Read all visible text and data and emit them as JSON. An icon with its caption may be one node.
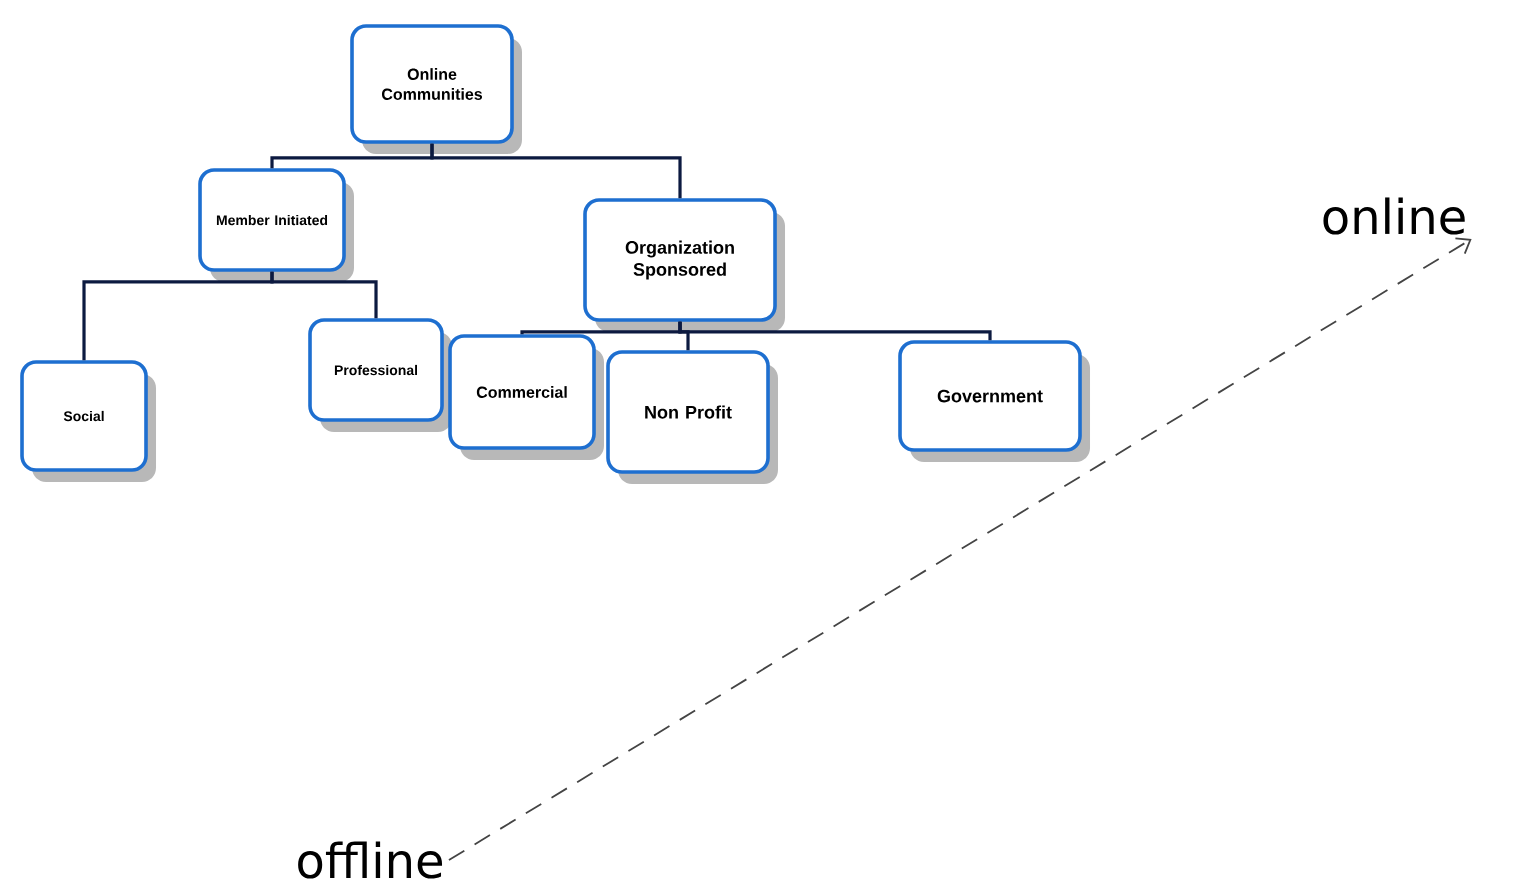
{
  "diagram": {
    "nodes": [
      {
        "text": [
          "Online Communities"
        ]
      },
      {
        "text": [
          "Member Initiated"
        ]
      },
      {
        "text": [
          "Organization Sponsored"
        ]
      },
      {
        "text": [
          "Social"
        ]
      },
      {
        "text": [
          "Professional"
        ]
      },
      {
        "text": [
          "Commercial"
        ]
      },
      {
        "text": [
          "Non Profit"
        ]
      },
      {
        "text": [
          "Government"
        ]
      },
      {
        "text": [
          "offline"
        ]
      },
      {
        "text": [
          "online"
        ]
      }
    ],
    "edges": [
      {
        "from": 0,
        "to": 1,
        "arrow": "none"
      },
      {
        "from": 0,
        "to": 2,
        "arrow": "none"
      },
      {
        "from": 1,
        "to": 3,
        "arrow": "none"
      },
      {
        "from": 1,
        "to": 4,
        "arrow": "none"
      },
      {
        "from": 2,
        "to": 5,
        "arrow": "none"
      },
      {
        "from": 2,
        "to": 6,
        "arrow": "none"
      },
      {
        "from": 2,
        "to": 7,
        "arrow": "none"
      },
      {
        "from": 8,
        "to": 9,
        "arrow": "to",
        "style": "dashed",
        "color": "#444444"
      }
    ]
  }
}
